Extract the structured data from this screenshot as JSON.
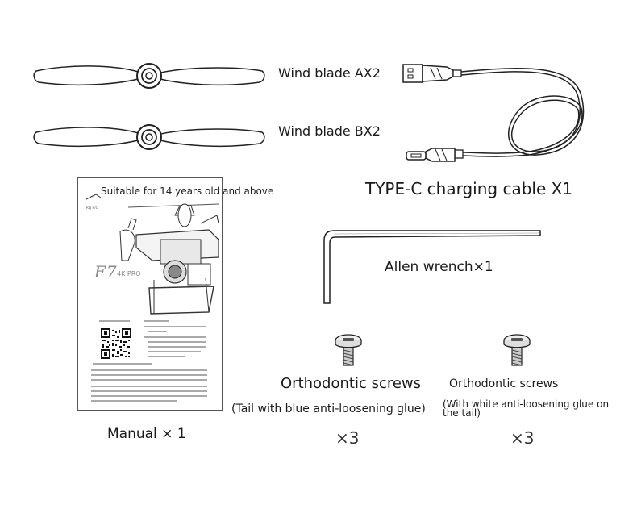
{
  "items": {
    "blade_a": "Wind blade AX2",
    "blade_b": "Wind blade BX2",
    "cable": "TYPE-C charging cable X1",
    "wrench": "Allen wrench×1",
    "manual": "Manual × 1",
    "screw_blue": {
      "title": "Orthodontic screws",
      "note": "(Tail with blue anti-loosening glue)",
      "qty": "×3"
    },
    "screw_white": {
      "title": "Orthodontic screws",
      "note": "(With white anti-loosening glue on the tail)",
      "qty": "×3"
    }
  },
  "manual_page": {
    "age_note": "Suitable for 14 years old and above",
    "model": "F7",
    "model_sub": "4K PRO"
  }
}
